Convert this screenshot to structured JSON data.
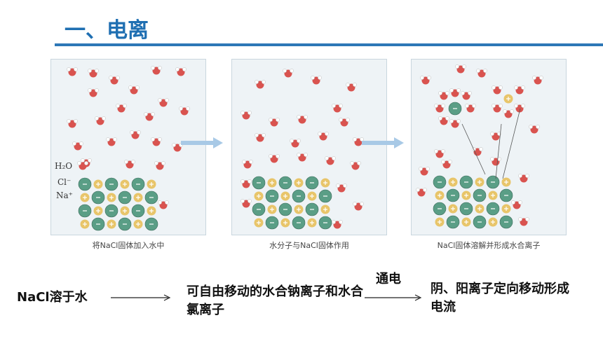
{
  "heading": "一、电离",
  "panels": [
    {
      "caption": "将NaCl固体加入水中"
    },
    {
      "caption": "水分子与NaCl固体作用"
    },
    {
      "caption": "NaCl固体溶解并形成水合离子"
    }
  ],
  "legend": {
    "h2o": "H₂O",
    "cl": "Cl⁻",
    "na": "Na⁺"
  },
  "equation": {
    "start": "NaCl溶于水",
    "middle": "可自由移动的水合钠离子和水合氯离子",
    "condition": "通电",
    "end": "阴、阳离子定向移动形成电流"
  },
  "colors": {
    "heading": "#1f6fb2",
    "chloride": "#5a9e86",
    "sodium": "#e8c56a",
    "oxygen": "#d9534f",
    "arrow": "#a8c9e6"
  }
}
